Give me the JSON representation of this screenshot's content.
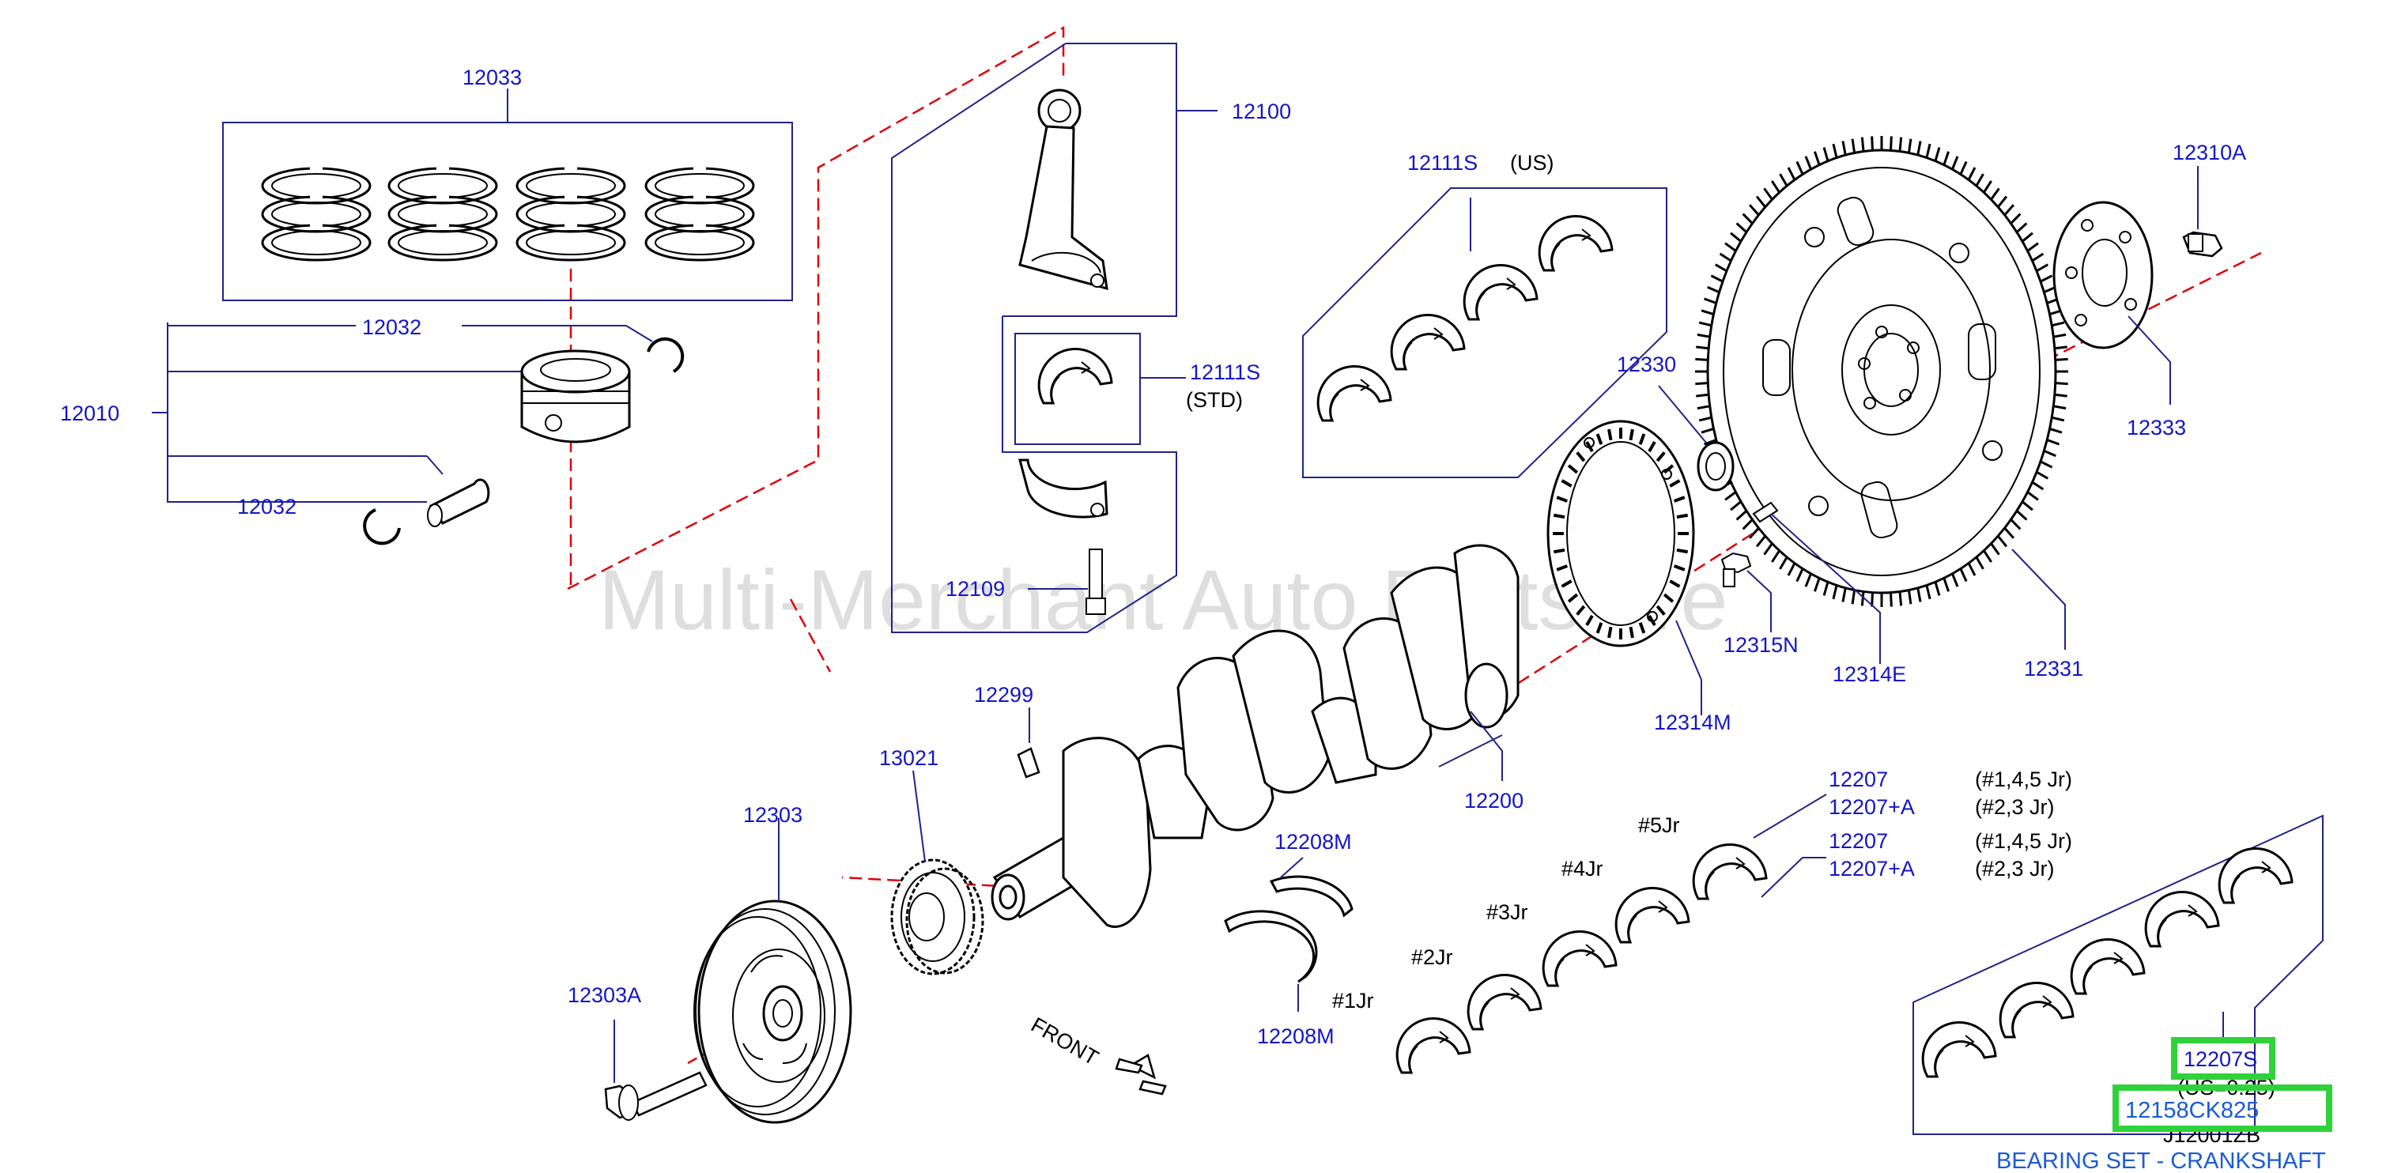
{
  "watermark": "Multi-Merchant Auto Partstore",
  "front_label": "FRONT",
  "caption": "BEARING SET - CRANKSHAFT",
  "colors": {
    "callout": "#1414c8",
    "highlight": "#2fd23a",
    "caption": "#1b5bd6",
    "line": "#000000",
    "leader": "#22228a",
    "centerline": "#e0000a"
  },
  "parts": {
    "p12033": "12033",
    "p12032a": "12032",
    "p12032b": "12032",
    "p12010": "12010",
    "p12100": "12100",
    "p12111s_std": "12111S",
    "p12111s_us": "12111S",
    "p12109": "12109",
    "p12330": "12330",
    "p12310a": "12310A",
    "p12333": "12333",
    "p12315n": "12315N",
    "p12314e": "12314E",
    "p12331": "12331",
    "p12314m": "12314M",
    "p12299": "12299",
    "p13021": "13021",
    "p12303": "12303",
    "p12303a": "12303A",
    "p12200": "12200",
    "p12208m_a": "12208M",
    "p12208m_b": "12208M",
    "p12207_a": "12207",
    "p12207a_a": "12207+A",
    "p12207_b": "12207",
    "p12207a_b": "12207+A",
    "p12207s": "12207S",
    "p12158ck825": "12158CK825",
    "p12120017b": "J12001ZB"
  },
  "notes": {
    "std": "(STD)",
    "us": "(US)",
    "jr145_a": "(#1,4,5   Jr)",
    "jr23_a": "(#2,3   Jr)",
    "jr145_b": "(#1,4,5   Jr)",
    "jr23_b": "(#2,3   Jr)",
    "us025": "(US=0.25)",
    "jr1": "#1Jr",
    "jr2": "#2Jr",
    "jr3": "#3Jr",
    "jr4": "#4Jr",
    "jr5": "#5Jr"
  }
}
